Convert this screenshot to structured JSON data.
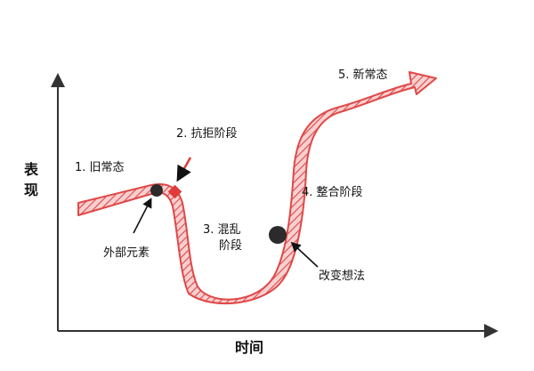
{
  "axes": {
    "y_label_line1": "表",
    "y_label_line2": "现",
    "x_label": "时间"
  },
  "stages": {
    "old_state": "1. 旧常态",
    "resistance": "2. 抗拒阶段",
    "chaos_line1": "3. 混乱",
    "chaos_line2": "阶段",
    "integration": "4. 整合阶段",
    "new_state": "5. 新常态"
  },
  "annotations": {
    "foreign_element": "外部元素",
    "transforming_idea": "改变想法"
  },
  "colors": {
    "curve_red": "#e04848",
    "curve_fill_light": "#f6c9c9",
    "marker_dark": "#2b2b2b",
    "axis": "#333333"
  }
}
